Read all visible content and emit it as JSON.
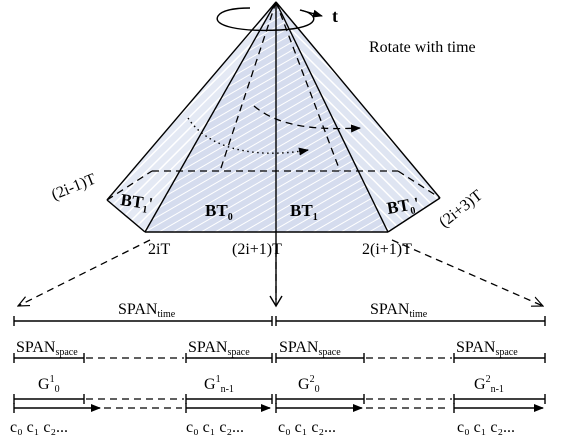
{
  "top_axis_label": "t",
  "rotate_caption": "Rotate with time",
  "faces": [
    {
      "name": "BT",
      "sub": "1",
      "suffix": "'"
    },
    {
      "name": "BT",
      "sub": "0",
      "suffix": ""
    },
    {
      "name": "BT",
      "sub": "1",
      "suffix": ""
    },
    {
      "name": "BT",
      "sub": "0",
      "suffix": "'"
    }
  ],
  "time_marks": {
    "left_outer": "(2i-1)T",
    "left": "2iT",
    "center": "(2i+1)T",
    "right": "2(i+1)T",
    "right_outer": "(2i+3)T"
  },
  "span_time": {
    "base": "SPAN",
    "sub": "time"
  },
  "span_space": {
    "base": "SPAN",
    "sub": "space"
  },
  "groups": [
    {
      "base": "G",
      "sup": "1",
      "sub": "0"
    },
    {
      "base": "G",
      "sup": "1",
      "sub": "n-1"
    },
    {
      "base": "G",
      "sup": "2",
      "sub": "0"
    },
    {
      "base": "G",
      "sup": "2",
      "sub": "n-1"
    }
  ],
  "chunks": "c₀ c₁ c₂..."
}
